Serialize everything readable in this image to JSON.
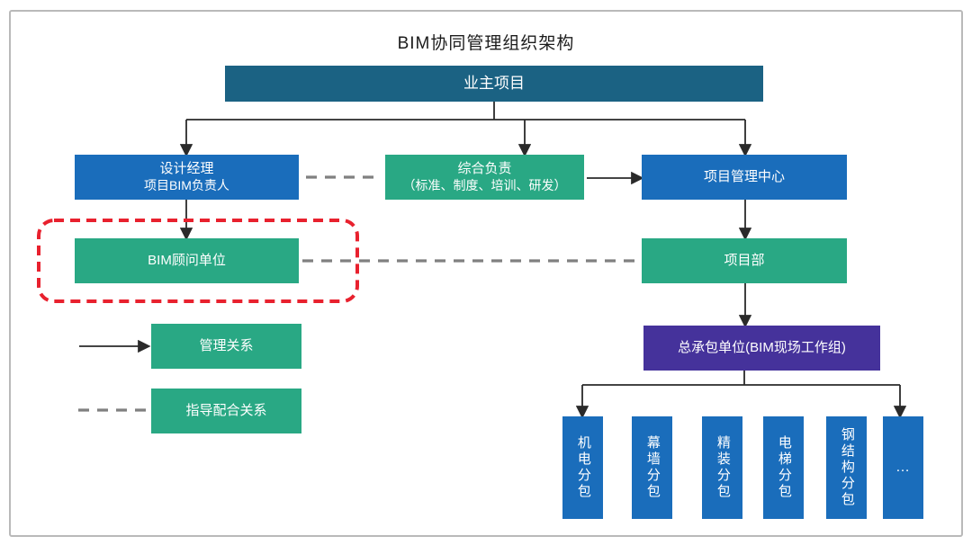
{
  "title": "BIM协同管理组织架构",
  "nodes": {
    "owner": {
      "label": "业主项目"
    },
    "design_manager": {
      "line1": "设计经理",
      "line2": "项目BIM负责人"
    },
    "general_duty": {
      "line1": "综合负责",
      "line2": "（标准、制度、培训、研发）"
    },
    "pm_center": {
      "label": "项目管理中心"
    },
    "bim_consultant": {
      "label": "BIM顾问单位"
    },
    "project_dept": {
      "label": "项目部"
    },
    "general_contractor": {
      "label": "总承包单位(BIM现场工作组)"
    },
    "subcontractors": [
      "机电分包",
      "幕墙分包",
      "精装分包",
      "电梯分包",
      "钢结构分包",
      "…"
    ]
  },
  "legend": {
    "management": "管理关系",
    "guidance": "指导配合关系"
  },
  "colors": {
    "owner_box": "#1b6283",
    "blue_box": "#1a6dbb",
    "green_box": "#29a884",
    "purple_box": "#45329b",
    "highlight_dashed": "#e8212e",
    "connector": "#2a2a2a",
    "dashed_connector": "#808080"
  }
}
